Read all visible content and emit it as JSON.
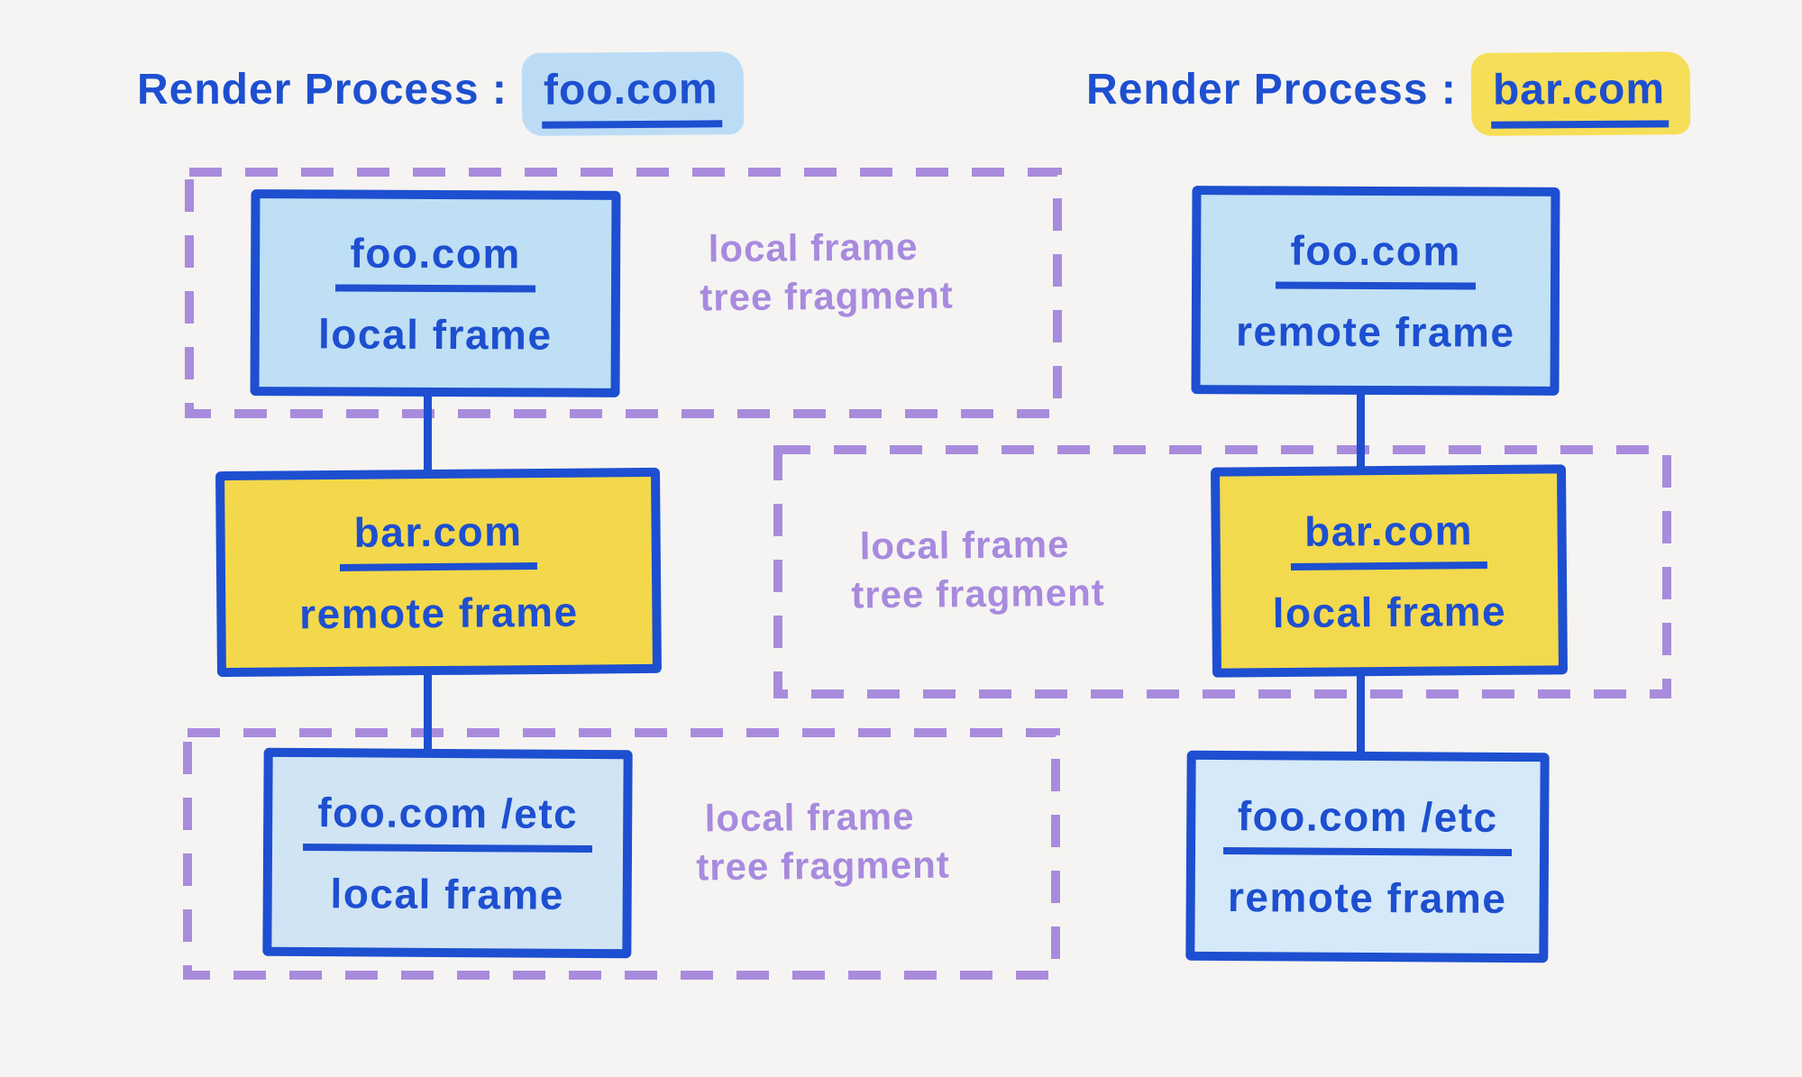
{
  "diagram": {
    "colors": {
      "background": "#f5f4f2",
      "ink": "#1d4fd0",
      "purple": "#a98bdd",
      "purple_text": "#a88ade"
    },
    "left": {
      "title_prefix": "Render Process :",
      "title_domain": "foo.com",
      "title_highlight": "#bcdcf5",
      "nodes": [
        {
          "domain": "foo.com",
          "kind": "local frame",
          "fill": "#bfdff4"
        },
        {
          "domain": "bar.com",
          "kind": "remote frame",
          "fill": "#f3d84b"
        },
        {
          "domain": "foo.com /etc",
          "kind": "local frame",
          "fill": "#d0e4f4"
        }
      ],
      "fragment_labels": [
        {
          "line1": "local frame",
          "line2": "tree fragment"
        },
        {
          "line1": "local frame",
          "line2": "tree fragment"
        }
      ]
    },
    "right": {
      "title_prefix": "Render Process :",
      "title_domain": "bar.com",
      "title_highlight": "#f6de58",
      "nodes": [
        {
          "domain": "foo.com",
          "kind": "remote frame",
          "fill": "#c3e1f5"
        },
        {
          "domain": "bar.com",
          "kind": "local frame",
          "fill": "#f3d94e"
        },
        {
          "domain": "foo.com /etc",
          "kind": "remote frame",
          "fill": "#d6e9f8"
        }
      ],
      "fragment_labels": [
        {
          "line1": "local frame",
          "line2": "tree fragment"
        }
      ]
    }
  }
}
